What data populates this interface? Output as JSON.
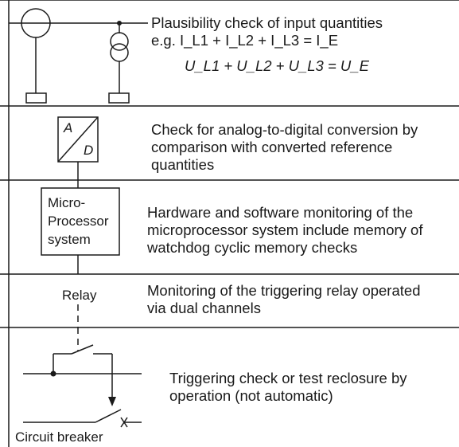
{
  "rows": [
    {
      "description": [
        "Plausibility check of input quantities",
        "e.g. I_L1 + I_L2 + I_L3 = I_E",
        "U_L1 + U_L2 + U_L3 = U_E"
      ]
    },
    {
      "symbol_labels": [
        "A",
        "D"
      ],
      "description": [
        "Check for analog-to-digital conversion by",
        "comparison with converted reference",
        "quantities"
      ]
    },
    {
      "symbol_labels": [
        "Micro-",
        "Processor",
        "system"
      ],
      "description": [
        "Hardware and software monitoring of the",
        "microprocessor system include memory of",
        "watchdog cyclic memory checks"
      ]
    },
    {
      "symbol_labels": [
        "Relay"
      ],
      "description": [
        "Monitoring of the triggering relay operated",
        "via dual channels"
      ]
    },
    {
      "symbol_labels": [
        "Circuit breaker"
      ],
      "description": [
        "Triggering check or test reclosure by",
        "operation (not automatic)"
      ]
    }
  ]
}
